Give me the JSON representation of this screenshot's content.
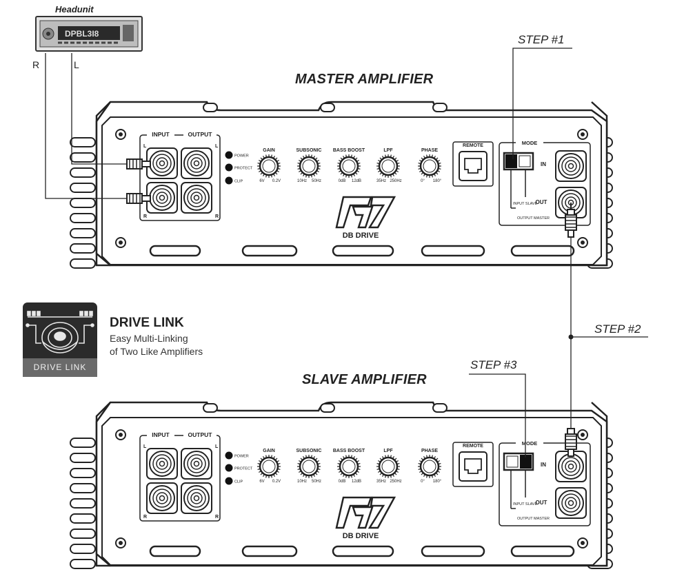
{
  "headunit": {
    "label": "Headunit",
    "display_text": "DPBL3I8",
    "left_channel": "L",
    "right_channel": "R"
  },
  "drive_link": {
    "badge_text": "DRIVE LINK",
    "title": "DRIVE LINK",
    "subtitle_line1": "Easy Multi-Linking",
    "subtitle_line2": "of Two Like Amplifiers"
  },
  "steps": {
    "step1": "STEP #1",
    "step2": "STEP #2",
    "step3": "STEP #3"
  },
  "amplifiers": [
    {
      "title": "MASTER AMPLIFIER",
      "input_label": "INPUT",
      "output_label": "OUTPUT",
      "ch_left": "L",
      "ch_right": "R",
      "leds": [
        "POWER",
        "PROTECT",
        "CLIP"
      ],
      "knobs": [
        {
          "name": "GAIN",
          "min": "6V",
          "max": "0.2V"
        },
        {
          "name": "SUBSONIC",
          "min": "10Hz",
          "max": "50Hz"
        },
        {
          "name": "BASS BOOST",
          "min": "0dB",
          "max": "12dB"
        },
        {
          "name": "LPF",
          "min": "35Hz",
          "max": "250Hz"
        },
        {
          "name": "PHASE",
          "min": "0°",
          "max": "180°"
        }
      ],
      "remote_label": "REMOTE",
      "mode_label": "MODE",
      "in_label": "IN",
      "out_label": "OUT",
      "switch_input": "INPUT SLAVE",
      "switch_output": "OUTPUT MASTER",
      "logo_sub": "DB DRIVE"
    },
    {
      "title": "SLAVE AMPLIFIER",
      "input_label": "INPUT",
      "output_label": "OUTPUT",
      "ch_left": "L",
      "ch_right": "R",
      "leds": [
        "POWER",
        "PROTECT",
        "CLIP"
      ],
      "knobs": [
        {
          "name": "GAIN",
          "min": "6V",
          "max": "0.2V"
        },
        {
          "name": "SUBSONIC",
          "min": "10Hz",
          "max": "50Hz"
        },
        {
          "name": "BASS BOOST",
          "min": "0dB",
          "max": "12dB"
        },
        {
          "name": "LPF",
          "min": "35Hz",
          "max": "250Hz"
        },
        {
          "name": "PHASE",
          "min": "0°",
          "max": "180°"
        }
      ],
      "remote_label": "REMOTE",
      "mode_label": "MODE",
      "in_label": "IN",
      "out_label": "OUT",
      "switch_input": "INPUT SLAVE",
      "switch_output": "OUTPUT MASTER",
      "logo_sub": "DB DRIVE"
    }
  ]
}
